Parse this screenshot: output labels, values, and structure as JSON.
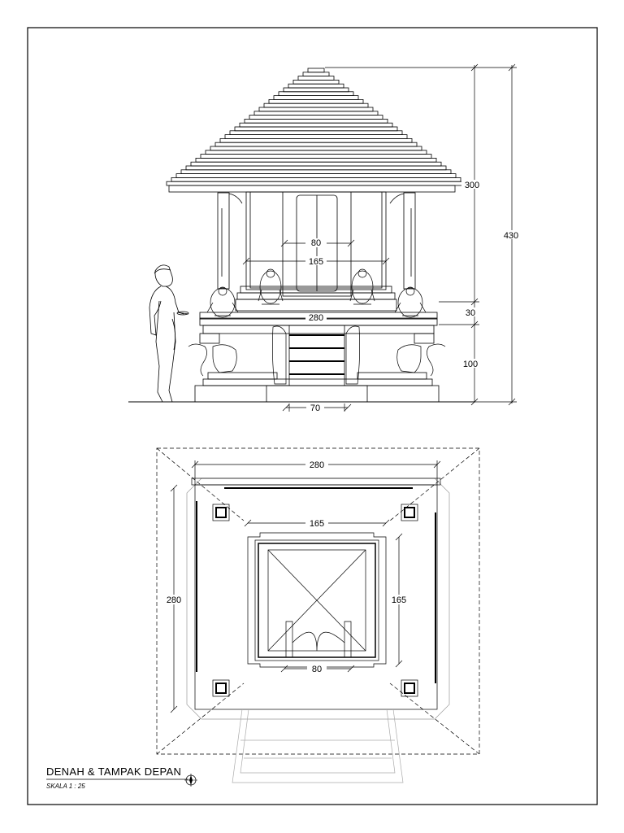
{
  "title_block": {
    "title": "DENAH & TAMPAK DEPAN",
    "scale": "SKALA 1 : 25"
  },
  "elevation": {
    "dims": {
      "total_height": "430",
      "roof_height": "300",
      "mid_height": "30",
      "base_height": "100",
      "door_width": "80",
      "shrine_width": "165",
      "platform_width": "280",
      "stair_width": "70"
    }
  },
  "plan": {
    "dims": {
      "outer_width": "280",
      "outer_depth": "280",
      "inner_width": "165",
      "inner_depth": "165",
      "door_width": "80"
    }
  },
  "icons": {
    "north_arrow": "north-arrow-icon"
  }
}
